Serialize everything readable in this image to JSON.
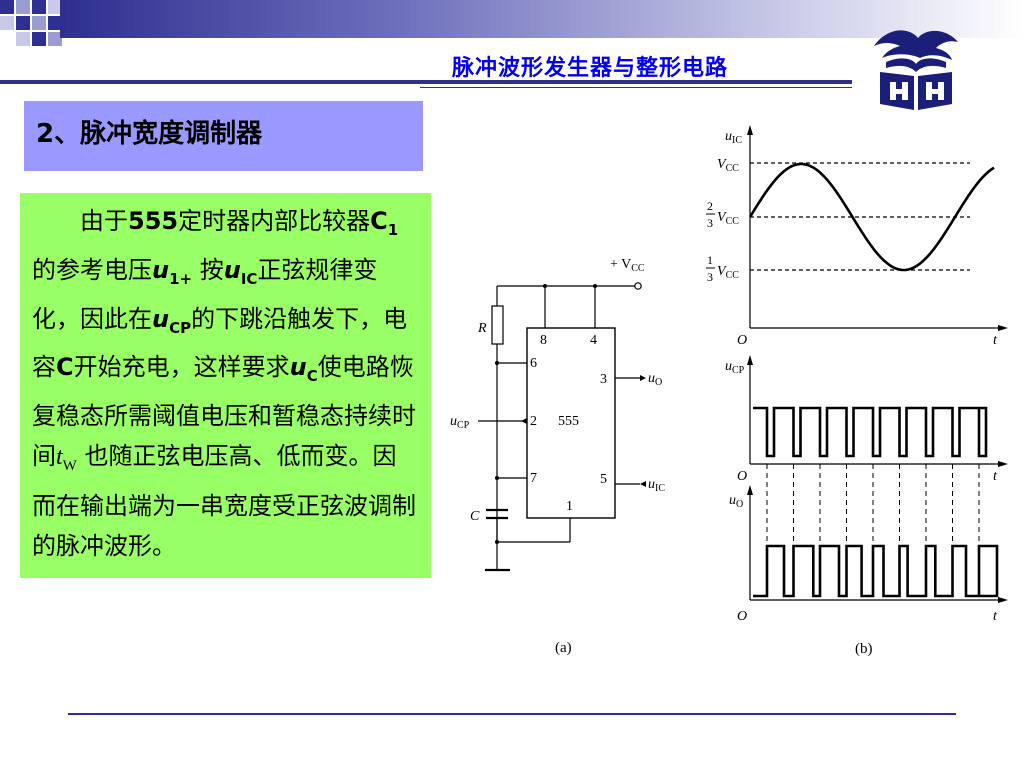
{
  "header": {
    "title": "脉冲波形发生器与整形电路"
  },
  "subtitle": "2、脉冲宽度调制器",
  "body": {
    "t1": "由于",
    "t2": "555",
    "t3": "定时器内部比较器",
    "t4": "C",
    "t4s": "1",
    "t5": "的参考电压",
    "t6": "u",
    "t6s": "1+",
    "t7": " 按",
    "t8": "u",
    "t8s": "IC",
    "t9": "正弦规律变化，因此在",
    "t10": "u",
    "t10s": "CP",
    "t11": "的下跳沿触发下，电容",
    "t12": "C",
    "t13": "开始充电，这样要求",
    "t14": "u",
    "t14s": "C",
    "t15": "使电路恢复稳态所需阈值电压和暂稳态持续时间",
    "t16": "t",
    "t16s": "W",
    "t17": " 也随正弦电压高、低而变。因而在输出端为一串宽度受正弦波调制的脉冲波形。"
  },
  "circuit": {
    "vcc": "+ V",
    "vcc_sub": "CC",
    "r_label": "R",
    "c_label": "C",
    "chip": "555",
    "pin8": "8",
    "pin4": "4",
    "pin6": "6",
    "pin2": "2",
    "pin7": "7",
    "pin1": "1",
    "pin3": "3",
    "pin5": "5",
    "ucp": "u",
    "ucp_sub": "CP",
    "uo": "u",
    "uo_sub": "O",
    "uic": "u",
    "uic_sub": "IC",
    "caption": "(a)"
  },
  "waves": {
    "uic": "u",
    "uic_sub": "IC",
    "vcc": "V",
    "vcc_sub": "CC",
    "two": "2",
    "three": "3",
    "one": "1",
    "three2": "3",
    "ucp": "u",
    "ucp_sub": "CP",
    "uo": "u",
    "uo_sub": "O",
    "origin": "O",
    "t": "t",
    "caption": "(b)"
  },
  "colors": {
    "header_blue": "#2e2f8f",
    "title_text": "#0000ee",
    "subtitle_bg": "#9999ff",
    "body_bg": "#99ff66"
  }
}
